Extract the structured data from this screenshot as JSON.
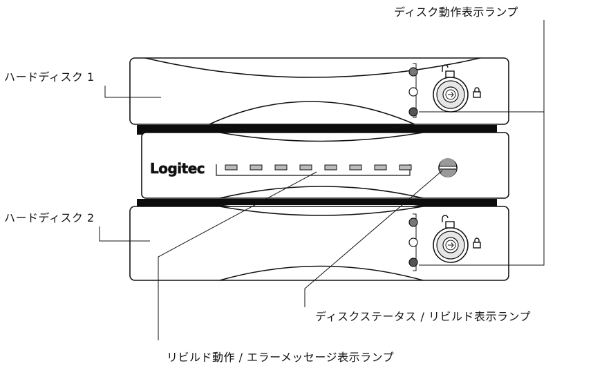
{
  "labels": {
    "disk_activity_lamp": "ディスク動作表示ランプ",
    "hard_disk_1": "ハードディスク 1",
    "hard_disk_2": "ハードディスク 2",
    "disk_status_rebuild_lamp": "ディスクステータス / リビルド表示ランプ",
    "rebuild_error_message_lamp": "リビルド動作 / エラーメッセージ表示ランプ"
  },
  "brand": {
    "logo_text": "Logitec"
  },
  "colors": {
    "line": "#111111",
    "lamp_dark": "#777777",
    "lamp_darker": "#555555",
    "segment_fill": "#bbbbbb",
    "status_lamp_fill": "#999999",
    "key_lock_fill": "#e6e6e6",
    "band": "#0c0c0c"
  },
  "panel": {
    "segment_lamp_count": 8
  }
}
